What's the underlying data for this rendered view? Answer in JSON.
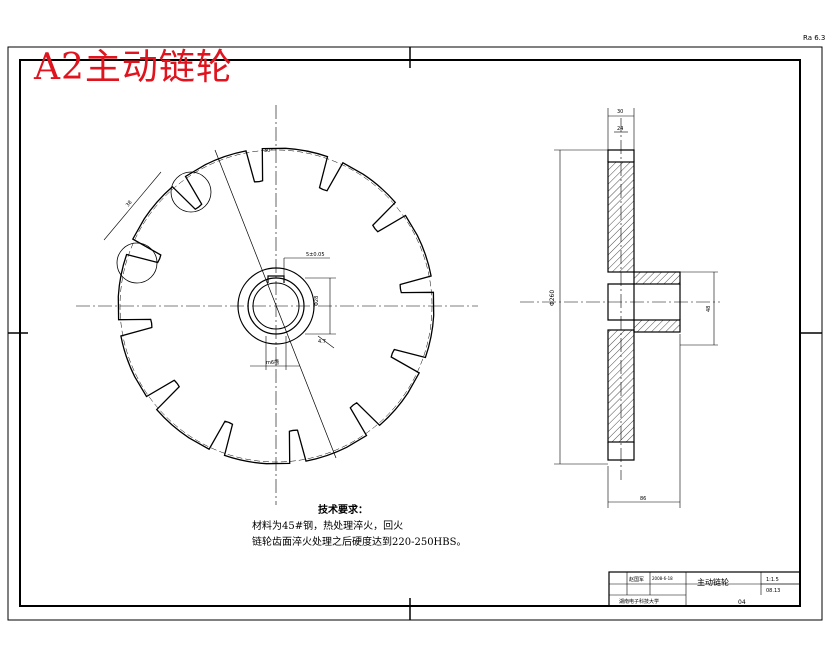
{
  "title": "A2主动链轮",
  "roughness_mark": "Ra 6.3",
  "notes": {
    "heading": "技术要求：",
    "lines": [
      "材料为45#钢，热处理淬火，回火",
      "链轮齿面淬火处理之后硬度达到220-250HBS。"
    ]
  },
  "dimensions": {
    "pitch_chord": "38",
    "tooth_angle": "30°",
    "keyway_tol": "5±0.05",
    "bore": "Φ28",
    "key_depth": "4.7",
    "key_width": "m6槽",
    "side_top_1": "30",
    "side_top_2": "24",
    "diameter": "Φ260",
    "hub": "48",
    "total_length": "86"
  },
  "title_block": {
    "designer": "赵国军",
    "date": "2008-6-18",
    "part_name": "主动链轮",
    "scale": "1:1.5",
    "sheet": "08.13",
    "school": "湖南电子科技大学",
    "number": "04"
  },
  "colors": {
    "line": "#000000",
    "title": "#e0141e",
    "hatch": "#000000"
  },
  "sprocket": {
    "teeth": 12
  }
}
